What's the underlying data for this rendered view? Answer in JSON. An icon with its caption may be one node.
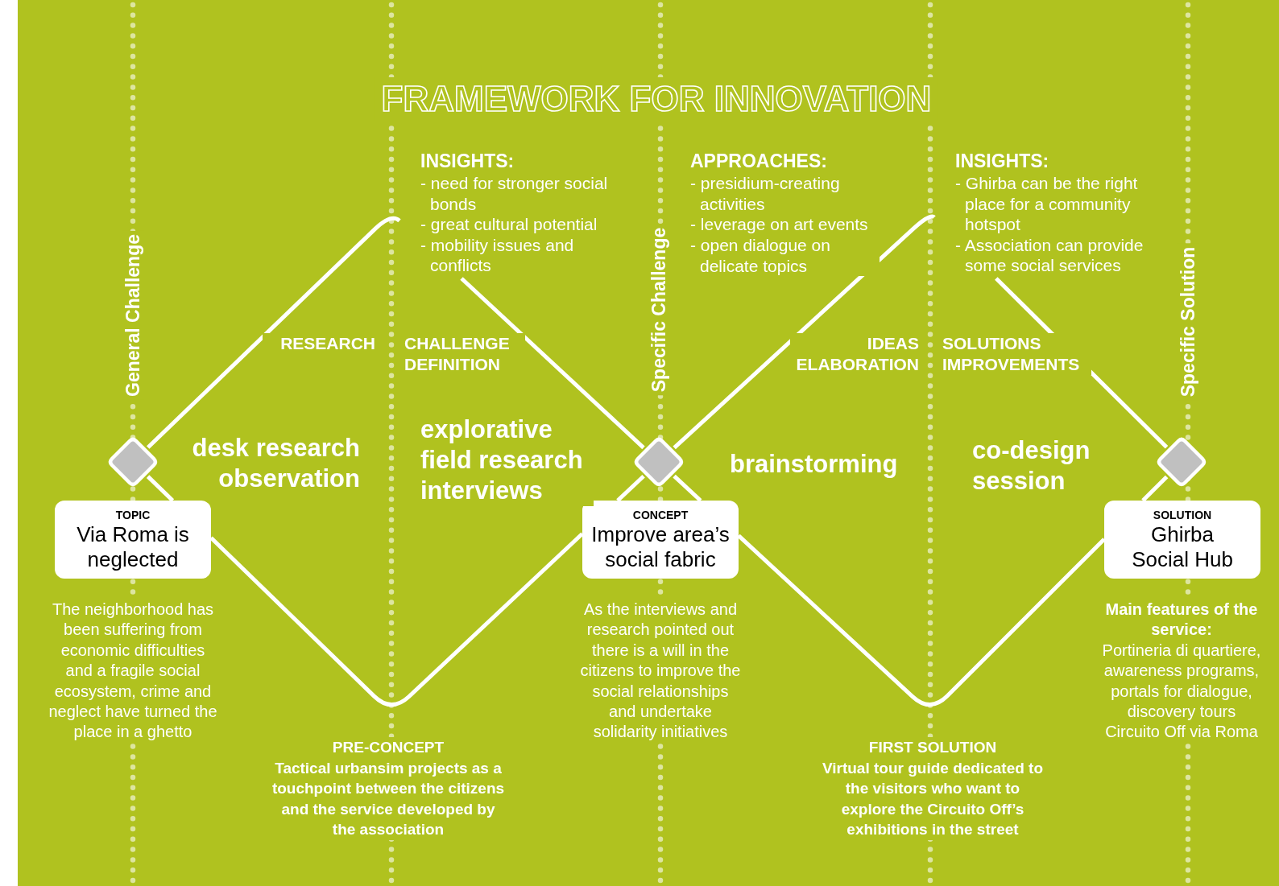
{
  "diagram": {
    "title": "FRAMEWORK FOR INNOVATION",
    "nodes": [
      {
        "text": [],
        "shape": "diamond",
        "beside": [
          "General Challenge"
        ]
      },
      {
        "text": [
          "TOPIC",
          "Via Roma is neglected"
        ],
        "beside": [
          "The neighborhood has been suffering from economic difficulties and a fragile social ecosystem, crime and neglect have turned the place in a ghetto"
        ]
      },
      {
        "text": [],
        "shape": "diamond",
        "beside": [
          "Specific Challenge"
        ]
      },
      {
        "text": [
          "CONCEPT",
          "Improve area’s social fabric"
        ],
        "beside": [
          "As the interviews and research pointed out there is a will in the citizens to improve the social relationships and undertake solidarity initiatives"
        ]
      },
      {
        "text": [],
        "shape": "diamond",
        "beside": [
          "Specific Solution"
        ]
      },
      {
        "text": [
          "SOLUTION",
          "Ghirba Social Hub"
        ],
        "beside": [
          "Main features of the service:",
          "Portineria di quartiere, awareness programs, portals for dialogue, discovery tours Circuito Off via Roma"
        ]
      },
      {
        "text": [
          "INSIGHTS:",
          "- need for stronger social bonds",
          "- great cultural potential",
          "- mobility issues and conflicts"
        ]
      },
      {
        "text": [
          "INSIGHTS:",
          "- Ghirba can be the right place for a community hotspot",
          "- Association can provide some social services"
        ]
      }
    ],
    "edges": [
      {
        "from": 0,
        "to": 6,
        "arrow": "none"
      },
      {
        "from": 6,
        "to": 2,
        "arrow": "none"
      },
      {
        "from": 2,
        "to": 7,
        "arrow": "none"
      },
      {
        "from": 7,
        "to": 4,
        "arrow": "none"
      },
      {
        "from": 1,
        "to": 3,
        "arrow": "none"
      },
      {
        "from": 3,
        "to": 5,
        "arrow": "none"
      },
      {
        "from": 0,
        "to": 1,
        "arrow": "none"
      },
      {
        "from": 2,
        "to": 3,
        "arrow": "none"
      },
      {
        "from": 2,
        "to": 3,
        "arrow": "none"
      },
      {
        "from": 4,
        "to": 5,
        "arrow": "none"
      }
    ],
    "labels": [
      "APPROACHES:",
      "- presidium-creating activities",
      "- leverage on art events",
      "- open dialogue on delicate topics",
      "RESEARCH",
      "CHALLENGE DEFINITION",
      "IDEAS ELABORATION",
      "SOLUTIONS IMPROVEMENTS",
      "explorative field research interviews",
      "desk research observation",
      "brainstorming",
      "co-design session",
      "PRE-CONCEPT",
      "Tactical urbansim projects as a touchpoint between the citizens and the service developed by the association",
      "FIRST SOLUTION",
      "Virtual tour guide dedicated to the visitors who want to explore the Circuito Off’s exhibitions in the street"
    ]
  }
}
